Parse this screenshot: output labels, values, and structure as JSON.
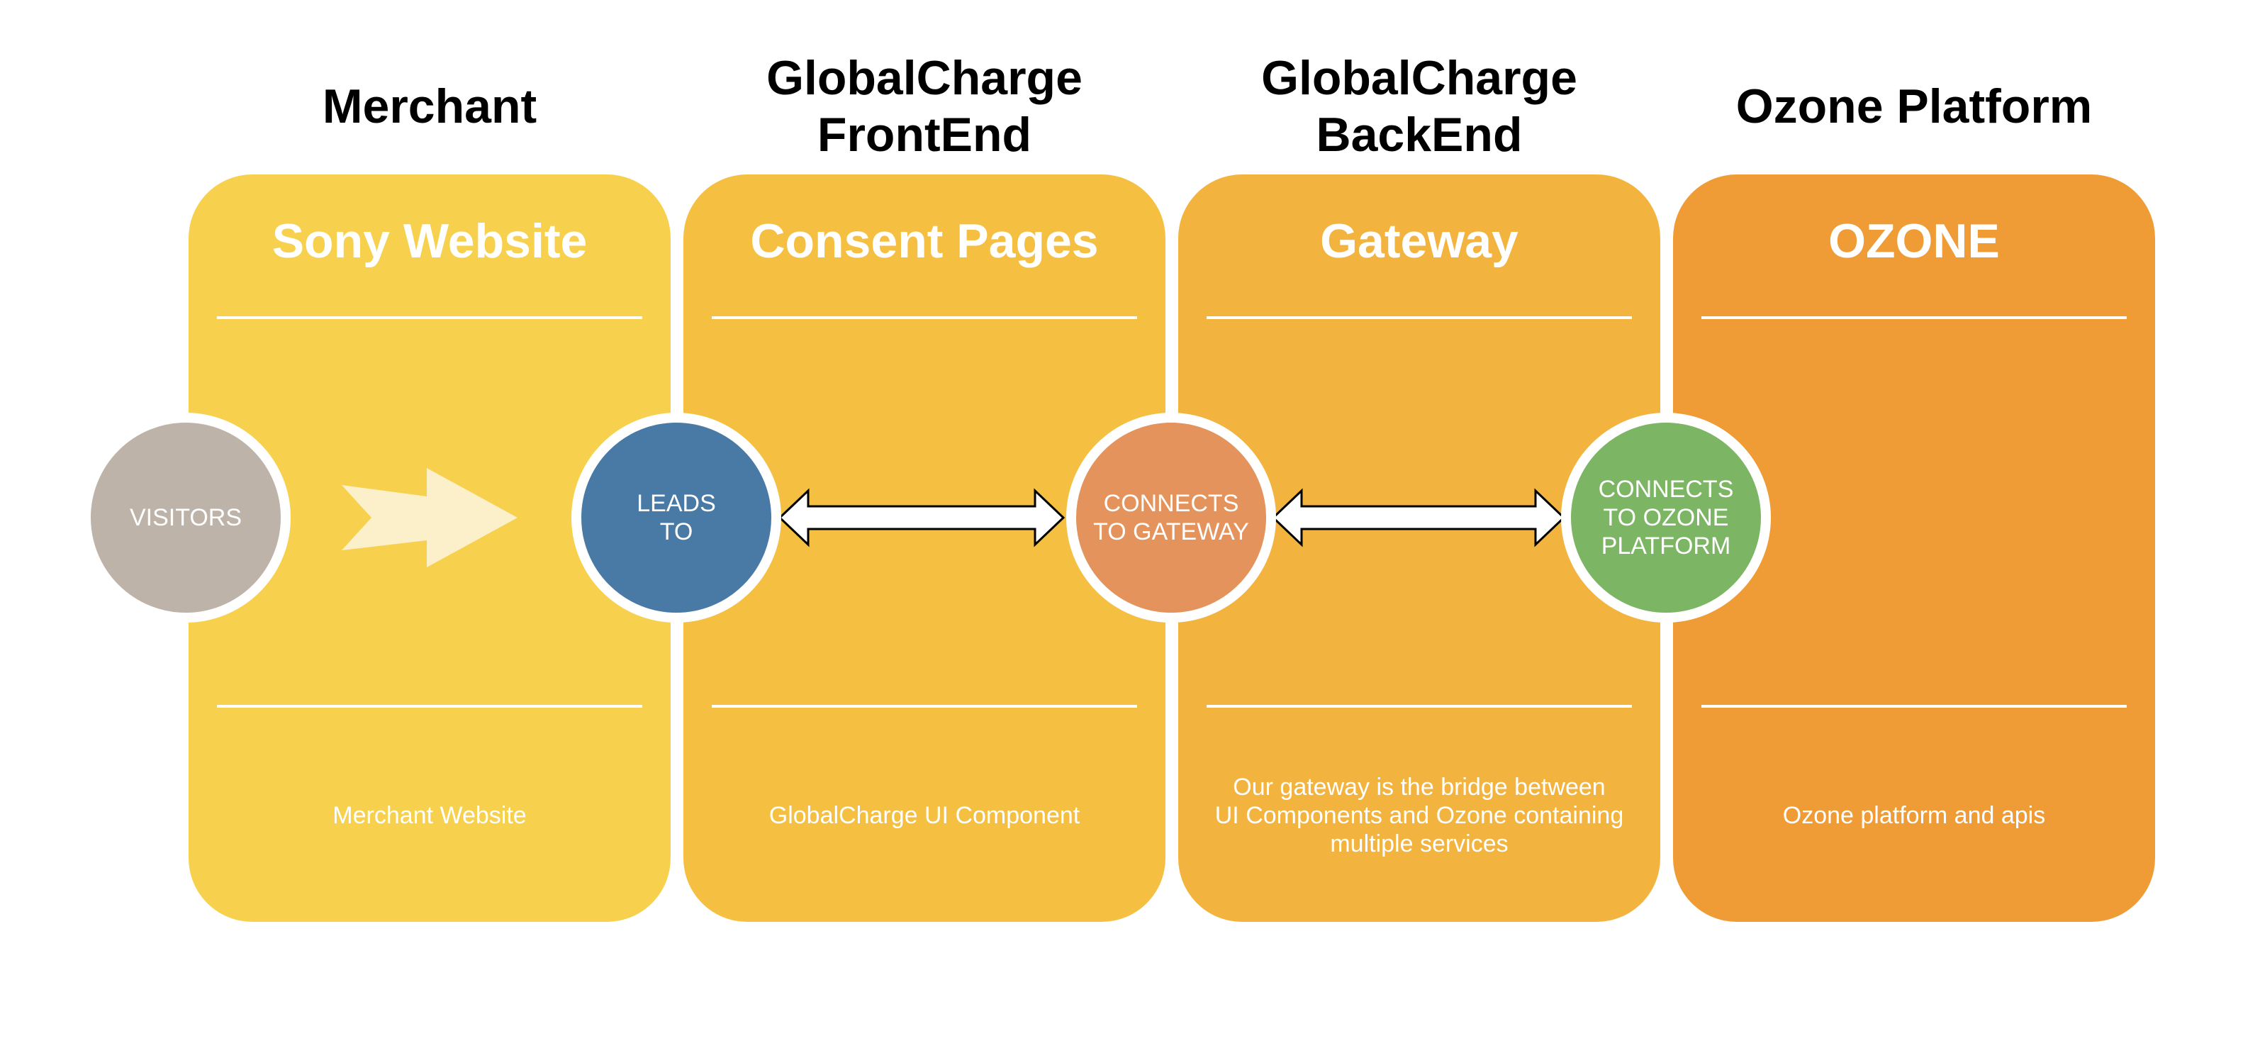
{
  "columns": [
    {
      "header": "Merchant",
      "title": "Sony Website",
      "description": "Merchant Website",
      "color": "#F7D14D"
    },
    {
      "header": "GlobalCharge\nFrontEnd",
      "title": "Consent Pages",
      "description": "GlobalCharge UI Component",
      "color": "#F5BF42"
    },
    {
      "header": "GlobalCharge\nBackEnd",
      "title": "Gateway",
      "description": "Our gateway is the bridge between\nUI Components and Ozone containing\nmultiple services",
      "color": "#F3B33F"
    },
    {
      "header": "Ozone Platform",
      "title": "OZONE",
      "description": "Ozone platform and apis",
      "color": "#F09C36"
    }
  ],
  "nodes": [
    {
      "label": "VISITORS",
      "color": "#BEB3A8"
    },
    {
      "label": "LEADS\nTO",
      "color": "#487AA5"
    },
    {
      "label": "CONNECTS\nTO GATEWAY",
      "color": "#E3935B"
    },
    {
      "label": "CONNECTS\nTO OZONE\nPLATFORM",
      "color": "#7CB563"
    }
  ],
  "arrow_colors": {
    "chevron": "#FCF0CB",
    "double_arrow_fill": "#FFFFFF",
    "double_arrow_stroke": "#000000"
  }
}
